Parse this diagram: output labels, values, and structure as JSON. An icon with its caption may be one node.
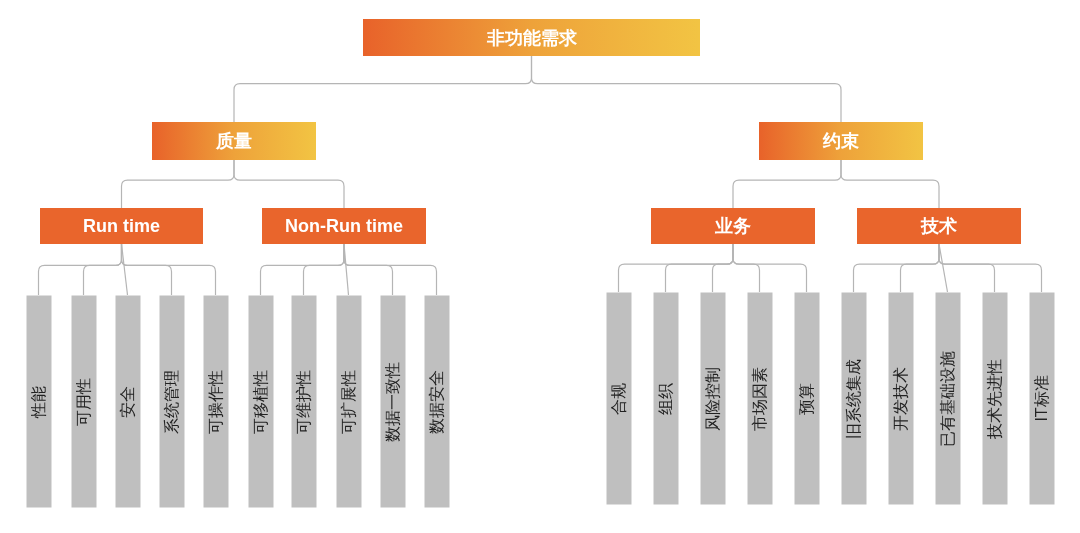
{
  "diagram": {
    "nodes": [
      {
        "text": [
          "非功能需求"
        ]
      },
      {
        "text": [
          "质量"
        ]
      },
      {
        "text": [
          "约束"
        ]
      },
      {
        "text": [
          "Run time"
        ]
      },
      {
        "text": [
          "Non-Run time"
        ]
      },
      {
        "text": [
          "业务"
        ]
      },
      {
        "text": [
          "技术"
        ]
      },
      {
        "text": [
          "性能"
        ]
      },
      {
        "text": [
          "可用性"
        ]
      },
      {
        "text": [
          "安全"
        ]
      },
      {
        "text": [
          "系统管理"
        ]
      },
      {
        "text": [
          "可操作性"
        ]
      },
      {
        "text": [
          "可移植性"
        ]
      },
      {
        "text": [
          "可维护性"
        ]
      },
      {
        "text": [
          "可扩展性"
        ]
      },
      {
        "text": [
          "数据一致性"
        ]
      },
      {
        "text": [
          "数据安全"
        ]
      },
      {
        "text": [
          "合规"
        ]
      },
      {
        "text": [
          "组织"
        ]
      },
      {
        "text": [
          "风险控制"
        ]
      },
      {
        "text": [
          "市场因素"
        ]
      },
      {
        "text": [
          "预算"
        ]
      },
      {
        "text": [
          "旧系统集成"
        ]
      },
      {
        "text": [
          "开发技术"
        ]
      },
      {
        "text": [
          "已有基础设施"
        ]
      },
      {
        "text": [
          "技术先进性"
        ]
      },
      {
        "text": [
          "IT标准"
        ]
      }
    ],
    "edges": [
      {
        "from": 0,
        "to": 1,
        "arrow": "none"
      },
      {
        "from": 0,
        "to": 2,
        "arrow": "none"
      },
      {
        "from": 1,
        "to": 3,
        "arrow": "none"
      },
      {
        "from": 1,
        "to": 4,
        "arrow": "none"
      },
      {
        "from": 2,
        "to": 5,
        "arrow": "none"
      },
      {
        "from": 2,
        "to": 6,
        "arrow": "none"
      },
      {
        "from": 3,
        "to": 7,
        "arrow": "none"
      },
      {
        "from": 3,
        "to": 8,
        "arrow": "none"
      },
      {
        "from": 3,
        "to": 9,
        "arrow": "none"
      },
      {
        "from": 3,
        "to": 10,
        "arrow": "none"
      },
      {
        "from": 3,
        "to": 11,
        "arrow": "none"
      },
      {
        "from": 4,
        "to": 12,
        "arrow": "none"
      },
      {
        "from": 4,
        "to": 13,
        "arrow": "none"
      },
      {
        "from": 4,
        "to": 14,
        "arrow": "none"
      },
      {
        "from": 4,
        "to": 15,
        "arrow": "none"
      },
      {
        "from": 4,
        "to": 16,
        "arrow": "none"
      },
      {
        "from": 5,
        "to": 17,
        "arrow": "none"
      },
      {
        "from": 5,
        "to": 18,
        "arrow": "none"
      },
      {
        "from": 5,
        "to": 19,
        "arrow": "none"
      },
      {
        "from": 5,
        "to": 20,
        "arrow": "none"
      },
      {
        "from": 5,
        "to": 21,
        "arrow": "none"
      },
      {
        "from": 6,
        "to": 22,
        "arrow": "none"
      },
      {
        "from": 6,
        "to": 23,
        "arrow": "none"
      },
      {
        "from": 6,
        "to": 24,
        "arrow": "none"
      },
      {
        "from": 6,
        "to": 25,
        "arrow": "none"
      },
      {
        "from": 6,
        "to": 26,
        "arrow": "none"
      }
    ]
  }
}
